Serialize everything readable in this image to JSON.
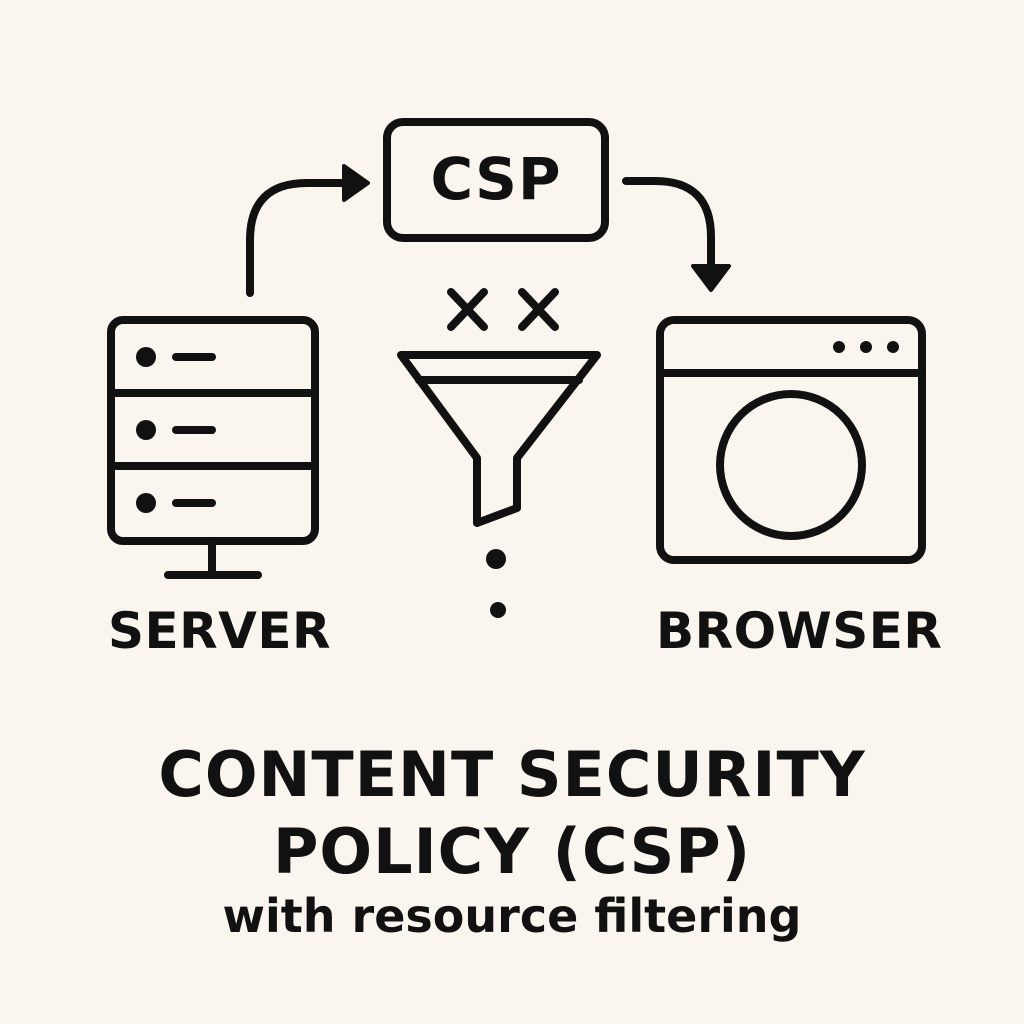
{
  "diagram": {
    "policy_box_label": "CSP",
    "server_label": "SERVER",
    "browser_label": "BROWSER",
    "title_line1": "CONTENT SECURITY",
    "title_line2": "POLICY (CSP)",
    "subtitle": "with resource filtering"
  },
  "colors": {
    "background": "#fbf5f0",
    "ink": "#111111"
  }
}
